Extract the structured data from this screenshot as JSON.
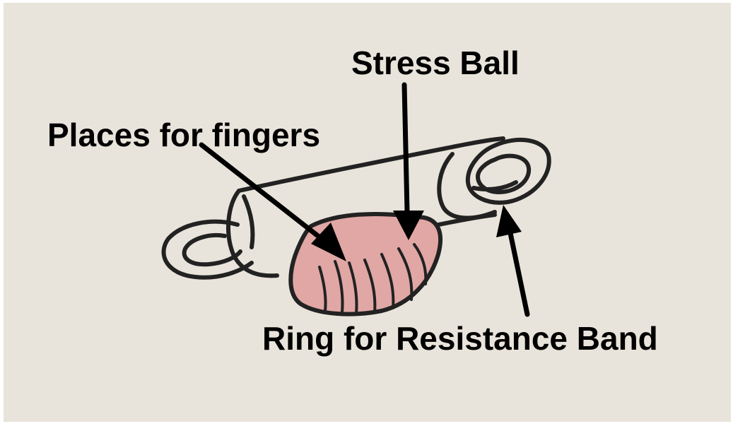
{
  "labels": {
    "stress_ball": "Stress Ball",
    "places_for_fingers": "Places for fingers",
    "ring_for_resistance_band": "Ring for Resistance Band"
  },
  "colors": {
    "paper": "#e9e4db",
    "ink": "#222222",
    "ball_fill": "#e0a7a5",
    "arrow": "#000000"
  }
}
